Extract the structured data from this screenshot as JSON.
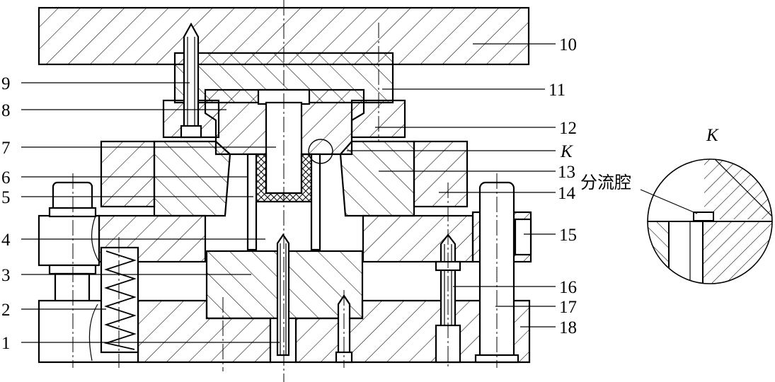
{
  "labels": {
    "n1": "1",
    "n2": "2",
    "n3": "3",
    "n4": "4",
    "n5": "5",
    "n6": "6",
    "n7": "7",
    "n8": "8",
    "n9": "9",
    "n10": "10",
    "n11": "11",
    "n12": "12",
    "n13": "13",
    "n14": "14",
    "n15": "15",
    "n16": "16",
    "n17": "17",
    "n18": "18",
    "k_main": "K",
    "k_detail": "K",
    "diversion_cavity": "分流腔"
  }
}
